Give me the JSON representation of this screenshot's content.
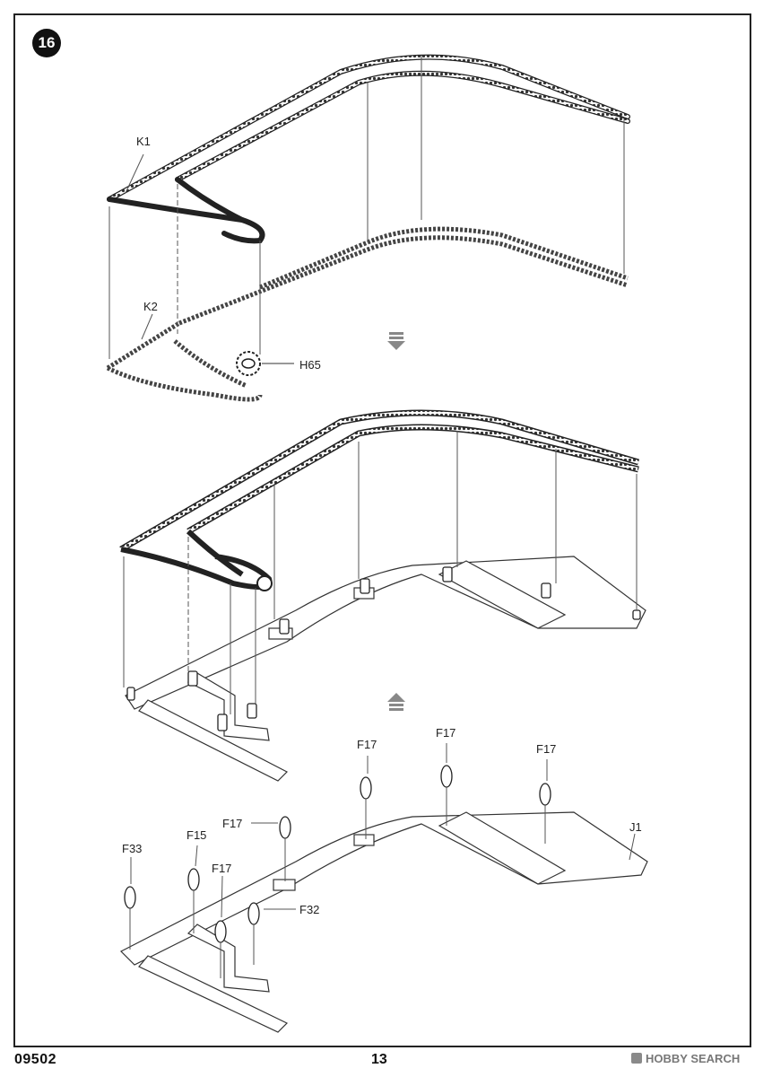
{
  "step": {
    "number": "16"
  },
  "part_labels": {
    "k1": "K1",
    "k2": "K2",
    "h65": "H65",
    "f17_a": "F17",
    "f17_b": "F17",
    "f17_c": "F17",
    "f17_d": "F17",
    "f17_e": "F17",
    "f15": "F15",
    "f33": "F33",
    "f32": "F32",
    "j1": "J1"
  },
  "footer": {
    "product_code": "09502",
    "page_number": "13"
  },
  "watermark": {
    "text": "HOBBY SEARCH",
    "icon": "hobby-search-logo-icon"
  }
}
